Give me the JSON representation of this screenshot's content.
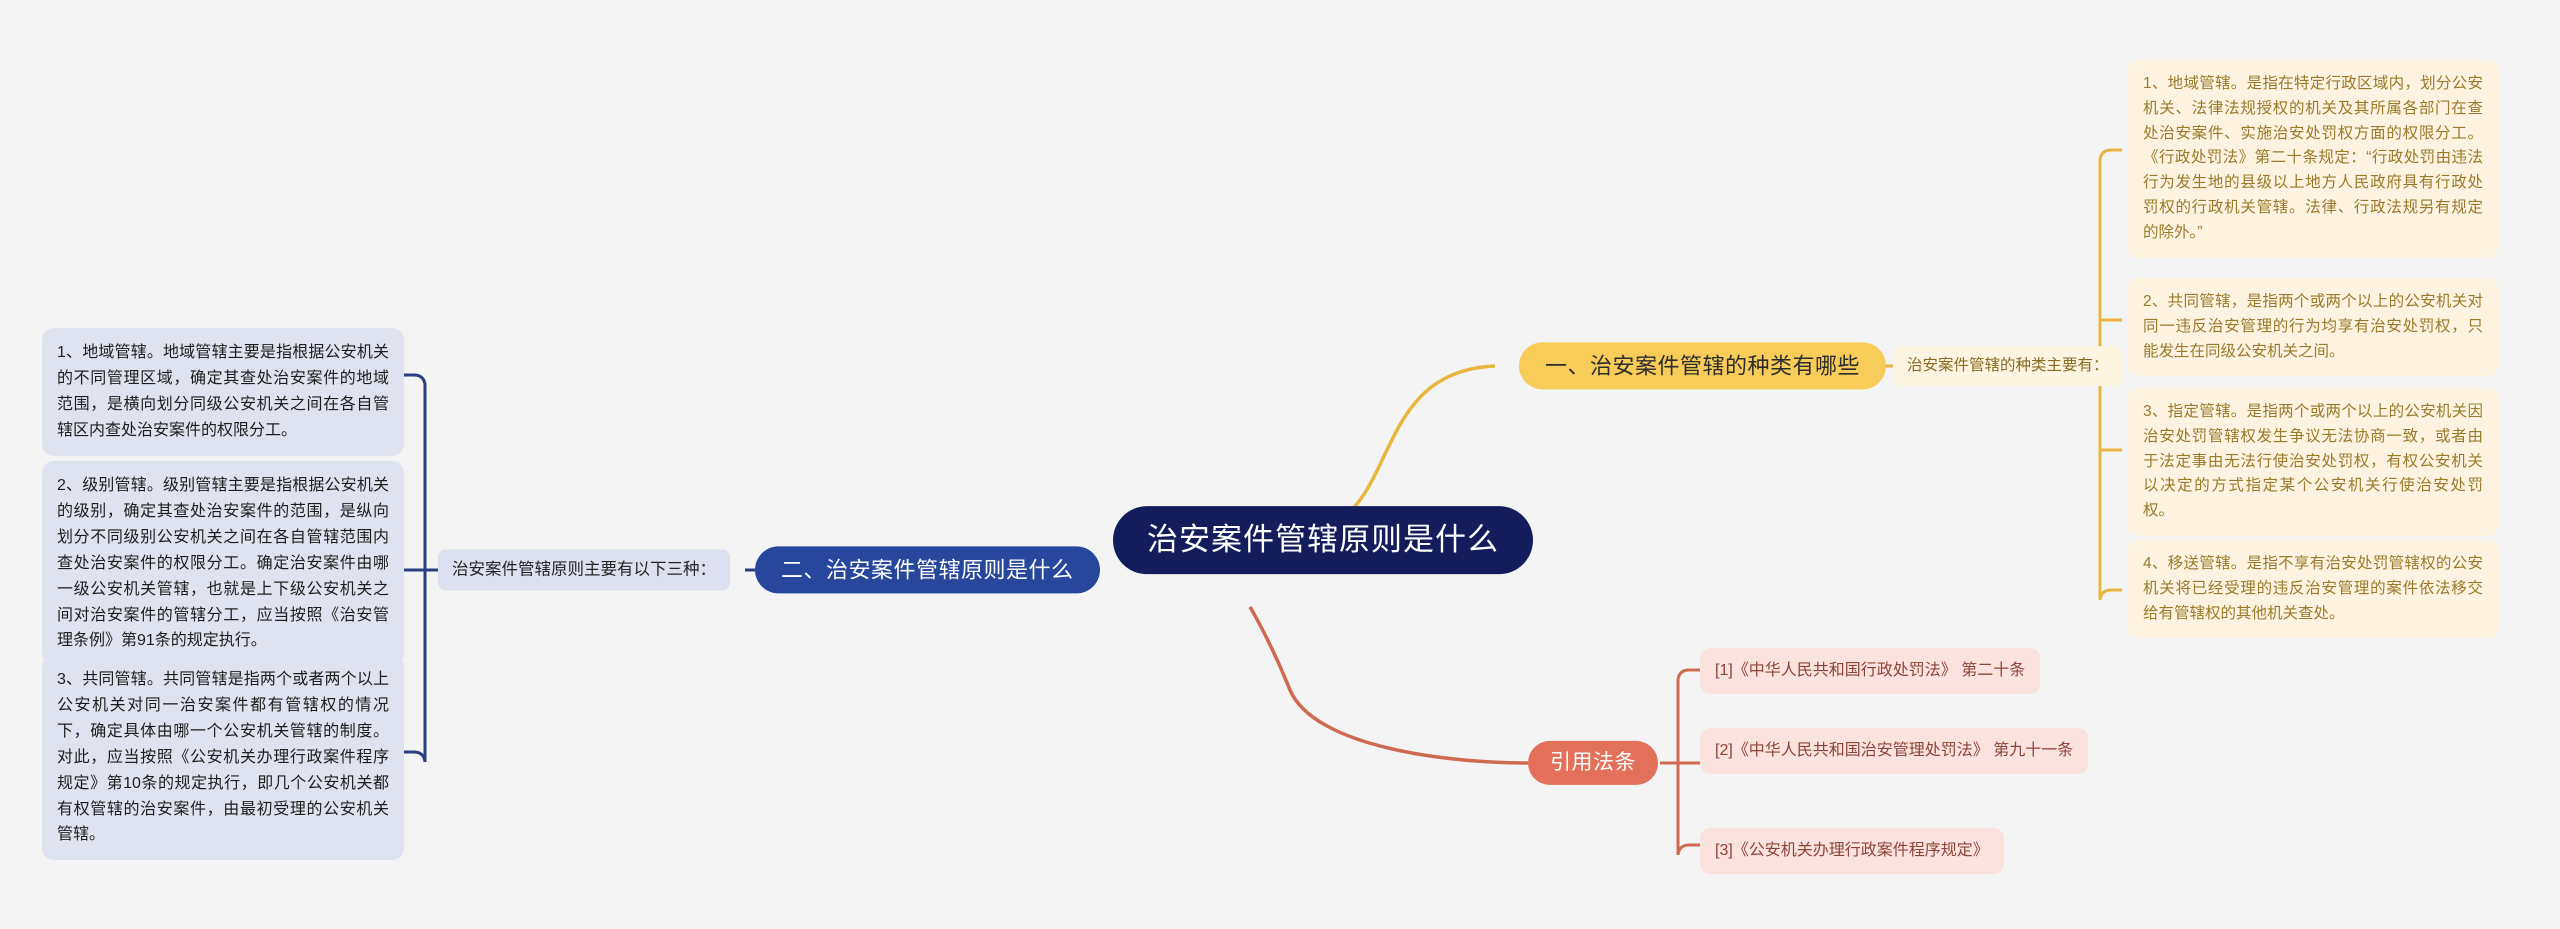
{
  "document": {
    "title": "治安案件管辖原则是什么",
    "type": "mindmap",
    "background_color": "#f4f4f4"
  },
  "colors": {
    "root_fill": "#141c5c",
    "branch_blue": "#26479b",
    "branch_yellow": "#f8cc58",
    "branch_red": "#e2705a",
    "card_blue": "#dfe3f0",
    "card_yellow": "#fdf3e0",
    "card_red": "#fae3de",
    "edge_blue": "#2a3f80",
    "edge_yellow": "#e8b63e",
    "edge_red": "#cf6a52"
  },
  "root": {
    "label": "治安案件管辖原则是什么"
  },
  "branches": {
    "types": {
      "label": "一、治安案件管辖的种类有哪些",
      "lead_label": "治安案件管辖的种类主要有：",
      "cards": [
        {
          "id": "type-1",
          "text": "1、地域管辖。是指在特定行政区域内，划分公安机关、法律法规授权的机关及其所属各部门在查处治安案件、实施治安处罚权方面的权限分工。《行政处罚法》第二十条规定：“行政处罚由违法行为发生地的县级以上地方人民政府具有行政处罚权的行政机关管辖。法律、行政法规另有规定的除外。”"
        },
        {
          "id": "type-2",
          "text": "2、共同管辖，是指两个或两个以上的公安机关对同一违反治安管理的行为均享有治安处罚权，只能发生在同级公安机关之间。"
        },
        {
          "id": "type-3",
          "text": "3、指定管辖。是指两个或两个以上的公安机关因治安处罚管辖权发生争议无法协商一致，或者由于法定事由无法行使治安处罚权，有权公安机关以决定的方式指定某个公安机关行使治安处罚权。"
        },
        {
          "id": "type-4",
          "text": "4、移送管辖。是指不享有治安处罚管辖权的公安机关将已经受理的违反治安管理的案件依法移交给有管辖权的其他机关查处。"
        }
      ]
    },
    "principles": {
      "label": "二、治安案件管辖原则是什么",
      "lead_label": "治安案件管辖原则主要有以下三种：",
      "cards": [
        {
          "id": "principle-1",
          "text": "1、地域管辖。地域管辖主要是指根据公安机关的不同管理区域，确定其查处治安案件的地域范围，是横向划分同级公安机关之间在各自管辖区内查处治安案件的权限分工。"
        },
        {
          "id": "principle-2",
          "text": "2、级别管辖。级别管辖主要是指根据公安机关的级别，确定其查处治安案件的范围，是纵向划分不同级别公安机关之间在各自管辖范围内查处治安案件的权限分工。确定治安案件由哪一级公安机关管辖，也就是上下级公安机关之间对治安案件的管辖分工，应当按照《治安管理条例》第91条的规定执行。"
        },
        {
          "id": "principle-3",
          "text": "3、共同管辖。共同管辖是指两个或者两个以上公安机关对同一治安案件都有管辖权的情况下，确定具体由哪一个公安机关管辖的制度。对此，应当按照《公安机关办理行政案件程序规定》第10条的规定执行，即几个公安机关都有权管辖的治安案件，由最初受理的公安机关管辖。"
        }
      ]
    },
    "citations": {
      "label": "引用法条",
      "items": [
        {
          "id": "cite-1",
          "text": "[1]《中华人民共和国行政处罚法》 第二十条"
        },
        {
          "id": "cite-2",
          "text": "[2]《中华人民共和国治安管理处罚法》 第九十一条"
        },
        {
          "id": "cite-3",
          "text": "[3]《公安机关办理行政案件程序规定》"
        }
      ]
    }
  }
}
